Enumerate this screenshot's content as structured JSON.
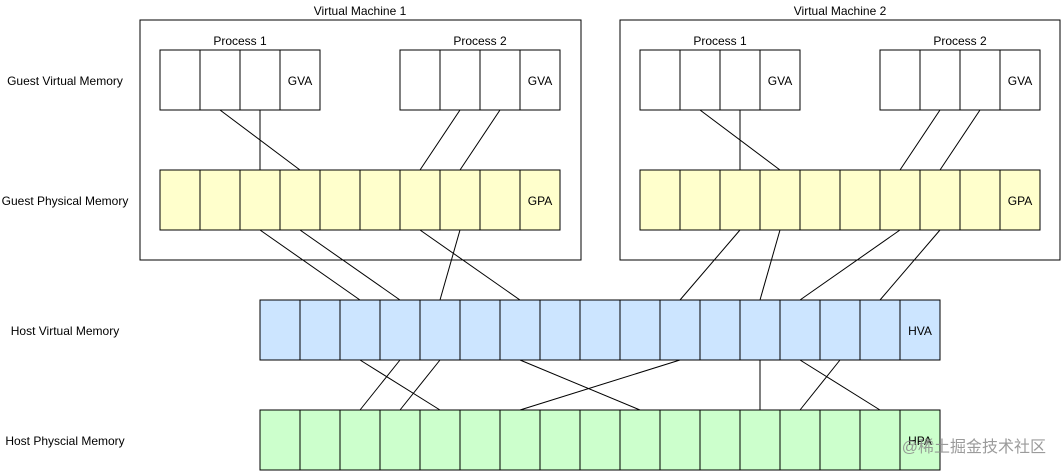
{
  "vm1": {
    "title": "Virtual Machine 1",
    "process1": "Process 1",
    "process2": "Process 2",
    "gva1": "GVA",
    "gva2": "GVA",
    "gpa": "GPA"
  },
  "vm2": {
    "title": "Virtual Machine 2",
    "process1": "Process 1",
    "process2": "Process 2",
    "gva1": "GVA",
    "gva2": "GVA",
    "gpa": "GPA"
  },
  "rows": {
    "guest_virtual": "Guest Virtual Memory",
    "guest_physical": "Guest Physical Memory",
    "host_virtual": "Host Virtual Memory",
    "host_physical": "Host Physcial Memory"
  },
  "hva": "HVA",
  "hpa": "HPA",
  "watermark": "@稀土掘金技术社区",
  "colors": {
    "gva_fill": "#ffffff",
    "gpa_fill": "#ffffcc",
    "hva_fill": "#cce5ff",
    "hpa_fill": "#ccffcc",
    "stroke": "#000000"
  }
}
